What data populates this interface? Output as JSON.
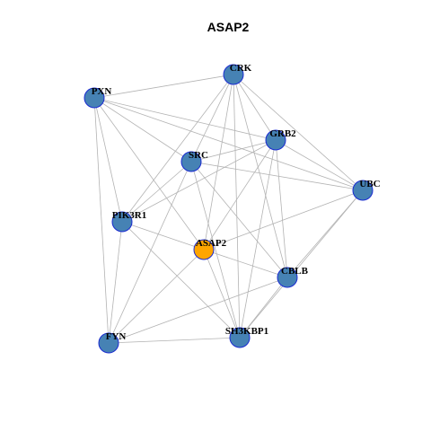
{
  "title": "ASAP2",
  "colors": {
    "node_default": "#4682b4",
    "node_center": "#ffa500",
    "node_border": "#1a2bd1",
    "edge": "#b3b3b3"
  },
  "nodes": [
    {
      "id": "CRK",
      "label": "CRK"
    },
    {
      "id": "PXN",
      "label": "PXN"
    },
    {
      "id": "GRB2",
      "label": "GRB2"
    },
    {
      "id": "SRC",
      "label": "SRC"
    },
    {
      "id": "UBC",
      "label": "UBC"
    },
    {
      "id": "PIK3R1",
      "label": "PIK3R1"
    },
    {
      "id": "ASAP2",
      "label": "ASAP2",
      "center": true
    },
    {
      "id": "CBLB",
      "label": "CBLB"
    },
    {
      "id": "SH3KBP1",
      "label": "SH3KBP1"
    },
    {
      "id": "FYN",
      "label": "FYN"
    }
  ],
  "edges": [
    [
      "PXN",
      "CRK"
    ],
    [
      "PXN",
      "GRB2"
    ],
    [
      "PXN",
      "SRC"
    ],
    [
      "PXN",
      "PIK3R1"
    ],
    [
      "PXN",
      "FYN"
    ],
    [
      "PXN",
      "ASAP2"
    ],
    [
      "PXN",
      "UBC"
    ],
    [
      "CRK",
      "GRB2"
    ],
    [
      "CRK",
      "SRC"
    ],
    [
      "CRK",
      "UBC"
    ],
    [
      "CRK",
      "PIK3R1"
    ],
    [
      "CRK",
      "ASAP2"
    ],
    [
      "CRK",
      "CBLB"
    ],
    [
      "CRK",
      "SH3KBP1"
    ],
    [
      "GRB2",
      "SRC"
    ],
    [
      "GRB2",
      "UBC"
    ],
    [
      "GRB2",
      "PIK3R1"
    ],
    [
      "GRB2",
      "ASAP2"
    ],
    [
      "GRB2",
      "CBLB"
    ],
    [
      "GRB2",
      "SH3KBP1"
    ],
    [
      "SRC",
      "UBC"
    ],
    [
      "SRC",
      "PIK3R1"
    ],
    [
      "SRC",
      "CBLB"
    ],
    [
      "SRC",
      "SH3KBP1"
    ],
    [
      "SRC",
      "FYN"
    ],
    [
      "UBC",
      "ASAP2"
    ],
    [
      "UBC",
      "CBLB"
    ],
    [
      "UBC",
      "SH3KBP1"
    ],
    [
      "PIK3R1",
      "ASAP2"
    ],
    [
      "PIK3R1",
      "SH3KBP1"
    ],
    [
      "PIK3R1",
      "FYN"
    ],
    [
      "ASAP2",
      "CBLB"
    ],
    [
      "ASAP2",
      "SH3KBP1"
    ],
    [
      "ASAP2",
      "FYN"
    ],
    [
      "CBLB",
      "FYN"
    ],
    [
      "CBLB",
      "SH3KBP1"
    ],
    [
      "SH3KBP1",
      "FYN"
    ]
  ]
}
